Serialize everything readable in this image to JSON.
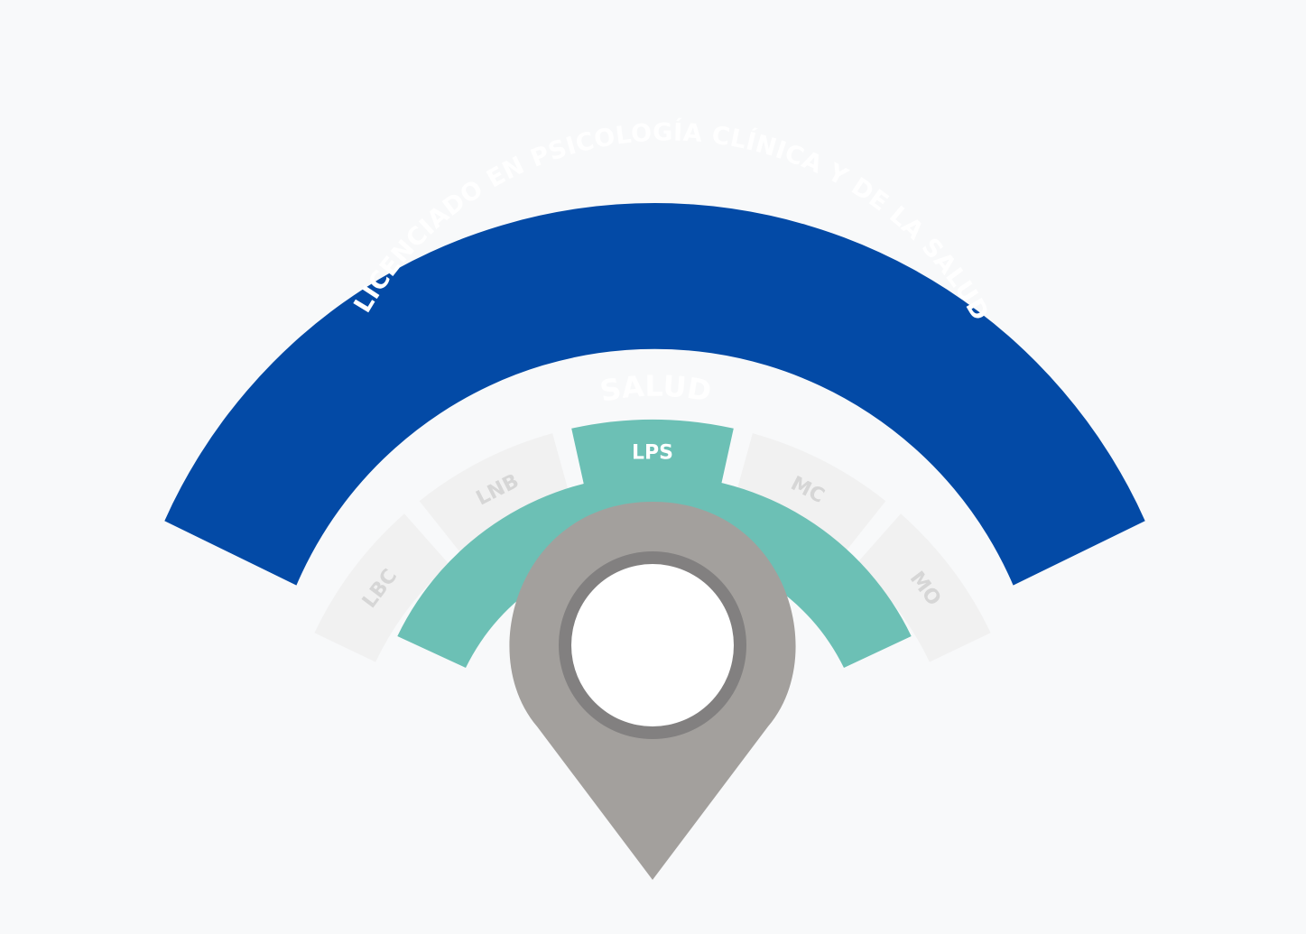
{
  "colors": {
    "background": "#f8f9fa",
    "outer_band": "#034aa6",
    "outer_text": "#ffffff",
    "inner_band": "#6cc0b5",
    "inner_text": "#ffffff",
    "segment_inactive": "#f1f1f1",
    "segment_inactive_text": "#d6d6d6",
    "segment_active": "#6cc0b5",
    "segment_active_text": "#ffffff",
    "pin": "#a3a09d",
    "pin_ring": "#828080",
    "pin_hole": "#ffffff"
  },
  "outer_band": {
    "label": "LICENCIADO EN PSICOLOGÍA CLÍNICA Y DE LA SALUD"
  },
  "inner_band": {
    "label": "SALUD"
  },
  "segments": [
    {
      "label": "LBC",
      "active": false
    },
    {
      "label": "LNB",
      "active": false
    },
    {
      "label": "LPS",
      "active": true
    },
    {
      "label": "MC",
      "active": false
    },
    {
      "label": "MO",
      "active": false
    }
  ],
  "pin": {
    "icon": "map-pin-icon"
  }
}
